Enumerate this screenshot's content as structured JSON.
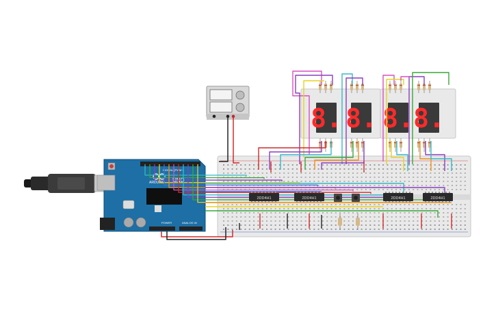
{
  "arduino": {
    "logo": "ARDUINO",
    "model": "UNO",
    "power_label": "POWER",
    "analog_label": "ANALOG IN",
    "digital_label": "DIGITAL (PWM~)"
  },
  "chips": [
    {
      "label": "2DD4H1"
    },
    {
      "label": "2DD4H1"
    },
    {
      "label": "2DD4H1"
    },
    {
      "label": "2DD4H1"
    }
  ],
  "displays": [
    {
      "digit": "8."
    },
    {
      "digit": "8."
    },
    {
      "digit": "8."
    },
    {
      "digit": "8."
    }
  ],
  "power_supply": {
    "on": true
  },
  "colors": {
    "board_blue": "#1d6fa5",
    "breadboard": "#e9e9e9",
    "wire_red": "#d12a2a",
    "wire_black": "#222222",
    "wire_orange": "#f0901e",
    "wire_yellow": "#e7d21f",
    "wire_green": "#37a838",
    "wire_blue": "#3a6fd8",
    "wire_purple": "#8a3fbd",
    "wire_pink": "#d94fc0",
    "wire_cyan": "#35b8c8",
    "wire_white": "#eeeeee",
    "display_red": "#ff2a2a"
  }
}
